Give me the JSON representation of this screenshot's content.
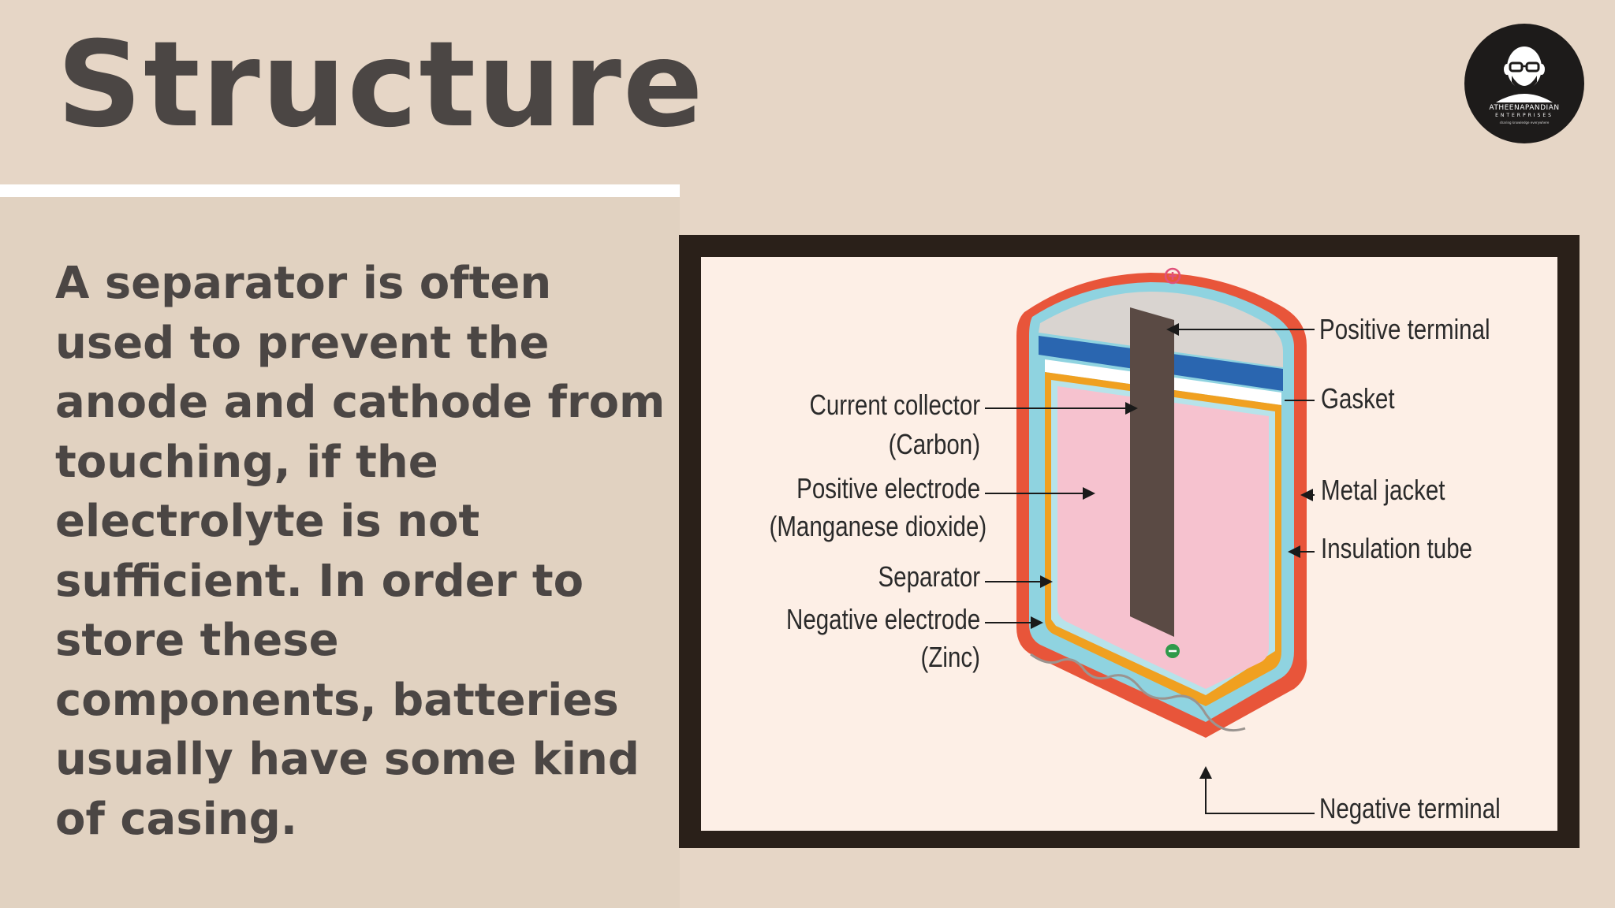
{
  "slide": {
    "title": "Structure",
    "body": "A separator is often used to prevent the anode and cathode from touching, if the electrolyte is not sufficient. In order to store these components, batteries usually have some kind of casing."
  },
  "logo": {
    "name": "ATHEENAPANDIAN",
    "subtitle": "ENTERPRISES",
    "tagline": "sharing knowledge everywhere",
    "icon": "bald-man-with-glasses-avatar"
  },
  "diagram": {
    "labels": {
      "positive_terminal": "Positive terminal",
      "gasket": "Gasket",
      "metal_jacket": "Metal jacket",
      "insulation_tube": "Insulation tube",
      "negative_terminal": "Negative terminal",
      "current_collector_1": "Current collector",
      "current_collector_2": "(Carbon)",
      "positive_electrode_1": "Positive electrode",
      "positive_electrode_2": "(Manganese dioxide)",
      "separator": "Separator",
      "negative_electrode_1": "Negative electrode",
      "negative_electrode_2": "(Zinc)"
    },
    "colors": {
      "jacket": "#e8553a",
      "insulation": "#8fd3e0",
      "zinc": "#f0a020",
      "manganese": "#f6c2cf",
      "carbon": "#5a4a44",
      "gasket": "#2a66b0",
      "positive_sign": "#e0507a",
      "negative_sign": "#2f9a4a"
    }
  }
}
